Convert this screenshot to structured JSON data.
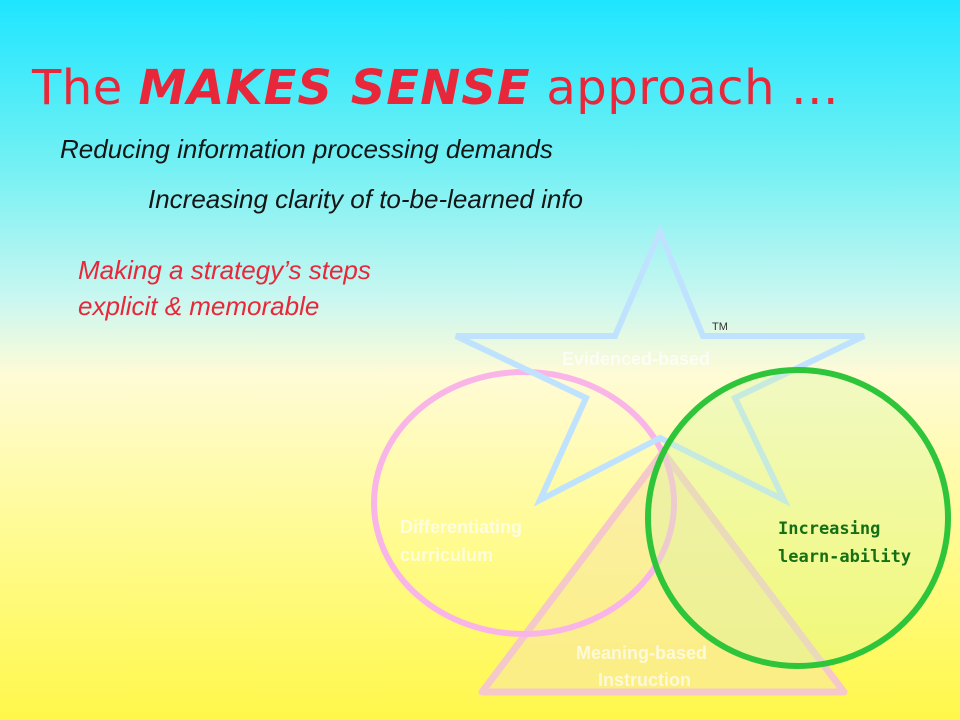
{
  "title": {
    "prefix": "The ",
    "emphasis": "MAKES SENSE",
    "suffix": " approach …"
  },
  "subtitles": [
    "Reducing information processing demands",
    "Increasing clarity of to-be-learned info"
  ],
  "highlight_text": "Making a strategy’s steps explicit & memorable",
  "diagram": {
    "trademark": "TM",
    "evidence_label": "Evidenced-based",
    "curriculum_label_line1": "Differentiating",
    "curriculum_label_line2": "curriculum",
    "instruction_label_line1": "Meaning-based",
    "instruction_label_line2": "Instruction",
    "learnability_label_line1": "Increasing",
    "learnability_label_line2": "learn-ability"
  },
  "colors": {
    "title": "#e8283a",
    "star": "#bfe3ff",
    "pink_ellipse": "#f9b4e8",
    "triangle": "#f5c9c9",
    "green_ellipse": "#2fc53a",
    "green_text": "#157015"
  }
}
